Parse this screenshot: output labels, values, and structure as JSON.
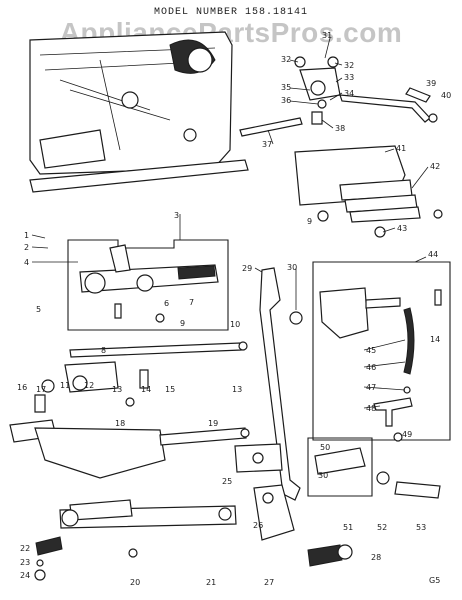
{
  "header": {
    "model_label": "MODEL NUMBER 158.18141",
    "watermark": "AppliancePartsPros.com"
  },
  "callouts": [
    "1",
    "2",
    "3",
    "4",
    "5",
    "6",
    "7",
    "8",
    "9",
    "9",
    "10",
    "11",
    "12",
    "13",
    "13",
    "14",
    "14",
    "15",
    "16",
    "17",
    "18",
    "19",
    "20",
    "21",
    "22",
    "23",
    "24",
    "25",
    "26",
    "27",
    "28",
    "29",
    "30",
    "30",
    "31",
    "32",
    "32",
    "33",
    "34",
    "35",
    "36",
    "37",
    "38",
    "39",
    "40",
    "41",
    "42",
    "43",
    "44",
    "45",
    "46",
    "47",
    "48",
    "49",
    "50",
    "51",
    "52",
    "53"
  ],
  "page_code": "G5",
  "colors": {
    "ink": "#1c1c1c",
    "paper": "#ffffff",
    "watermark": "#969696"
  }
}
